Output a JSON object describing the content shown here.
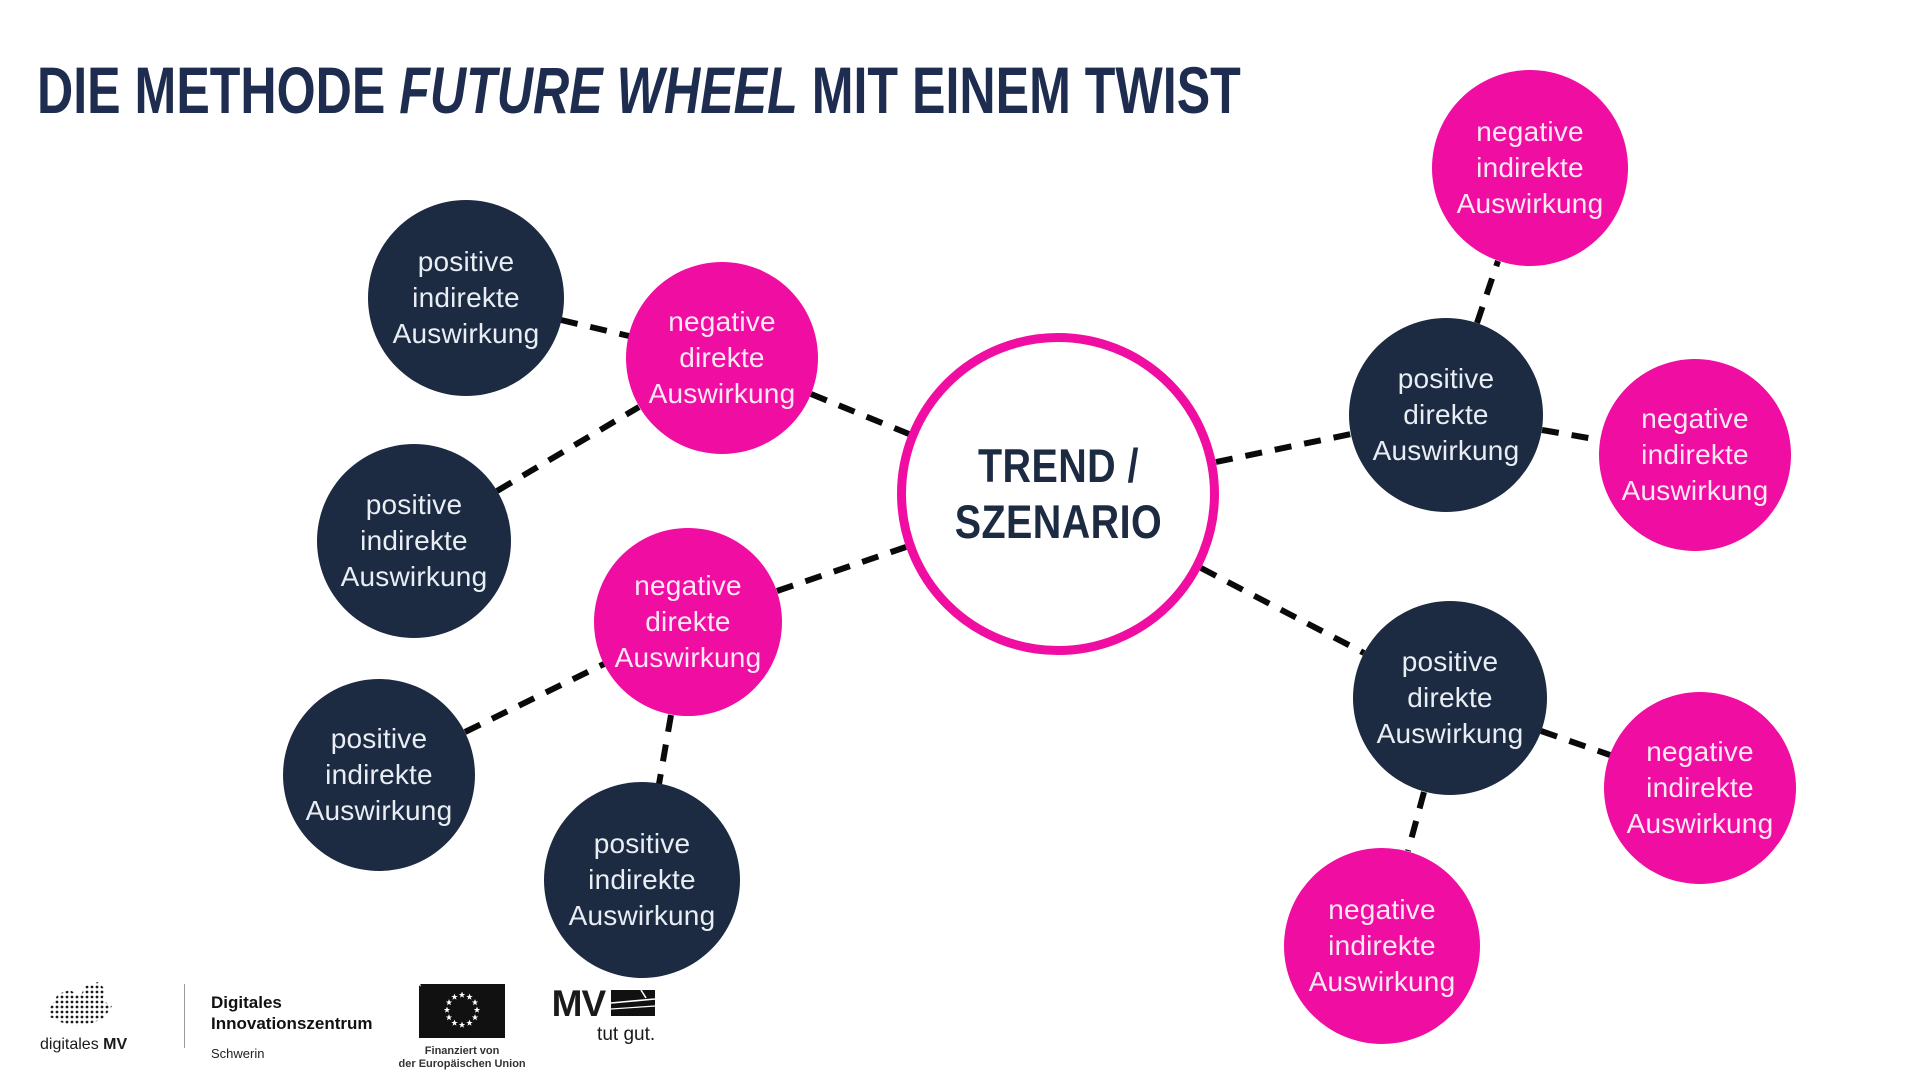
{
  "title": {
    "part1": "DIE METHODE ",
    "part2_italic": "FUTURE WHEEL",
    "part3": " MIT EINEM TWIST"
  },
  "center_node": {
    "line1": "TREND /",
    "line2": "SZENARIO"
  },
  "nodes": [
    {
      "type": "positive-indirekt",
      "lines": [
        "positive",
        "indirekte",
        "Auswirkung"
      ]
    },
    {
      "type": "negative-direkt",
      "lines": [
        "negative",
        "direkte",
        "Auswirkung"
      ]
    },
    {
      "type": "positive-indirekt",
      "lines": [
        "positive",
        "indirekte",
        "Auswirkung"
      ]
    },
    {
      "type": "positive-indirekt",
      "lines": [
        "positive",
        "indirekte",
        "Auswirkung"
      ]
    },
    {
      "type": "negative-direkt",
      "lines": [
        "negative",
        "direkte",
        "Auswirkung"
      ]
    },
    {
      "type": "positive-indirekt",
      "lines": [
        "positive",
        "indirekte",
        "Auswirkung"
      ]
    },
    {
      "type": "negative-indirekt",
      "lines": [
        "negative",
        "indirekte",
        "Auswirkung"
      ]
    },
    {
      "type": "positive-direkt",
      "lines": [
        "positive",
        "direkte",
        "Auswirkung"
      ]
    },
    {
      "type": "negative-indirekt",
      "lines": [
        "negative",
        "indirekte",
        "Auswirkung"
      ]
    },
    {
      "type": "positive-direkt",
      "lines": [
        "positive",
        "direkte",
        "Auswirkung"
      ]
    },
    {
      "type": "negative-indirekt",
      "lines": [
        "negative",
        "indirekte",
        "Auswirkung"
      ]
    },
    {
      "type": "negative-indirekt",
      "lines": [
        "negative",
        "indirekte",
        "Auswirkung"
      ]
    }
  ],
  "colors": {
    "navy_circle": "#1c2a42",
    "pink_circle": "#f00da2",
    "title_navy": "#1e2d4f",
    "connector_black": "#0a0a0a",
    "background": "#ffffff"
  },
  "footer": {
    "digitales_mv_normal": "digitales ",
    "digitales_mv_bold": "MV",
    "diz_line1": "Digitales",
    "diz_line2": "Innovationszentrum",
    "diz_city": "Schwerin",
    "eu_line1": "Finanziert von",
    "eu_line2": "der Europäischen Union",
    "mv_letters": "MV",
    "mv_claim": "tut gut."
  }
}
